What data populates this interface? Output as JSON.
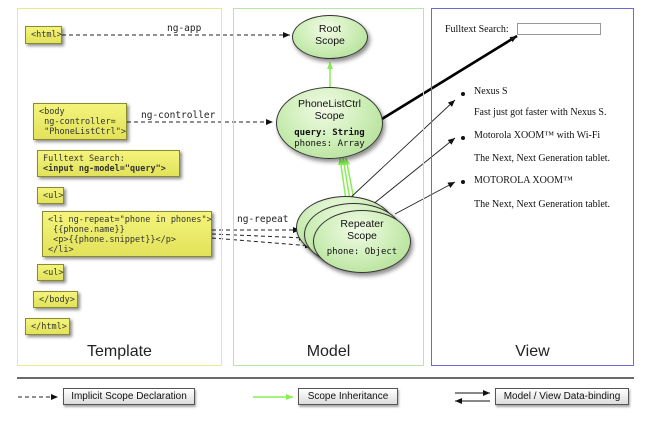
{
  "panels": {
    "template": "Template",
    "model": "Model",
    "view": "View"
  },
  "template": {
    "html_open": "<html>",
    "body_lines": [
      "<body",
      " ng-controller=",
      " \"PhoneListCtrl\">"
    ],
    "search_line1": "Fulltext Search:",
    "search_line2": "<input ng-model=\"query\">",
    "ul_open": "<ul>",
    "li_lines": [
      "<li ng-repeat=\"phone in phones\">",
      " {{phone.name}}",
      " <p>{{phone.snippet}}</p>",
      "</li>"
    ],
    "ul_close": "<ul>",
    "body_close": "</body>",
    "html_close": "</html>"
  },
  "edges": {
    "ng_app": "ng-app",
    "ng_controller": "ng-controller",
    "ng_repeat": "ng-repeat"
  },
  "scopes": {
    "root": [
      "Root",
      "Scope"
    ],
    "phonelist": [
      "PhoneListCtrl",
      "Scope"
    ],
    "phonelist_query": "query: String",
    "phonelist_phones": "phones: Array",
    "repeater": [
      "Repeater",
      "Scope"
    ],
    "repeater_phone": "phone: Object"
  },
  "view": {
    "search_label": "Fulltext Search:",
    "items": [
      {
        "name": "Nexus S",
        "snippet": "Fast just got faster with Nexus S."
      },
      {
        "name": "Motorola XOOM™ with Wi-Fi",
        "snippet": "The Next, Next Generation tablet."
      },
      {
        "name": "MOTOROLA XOOM™",
        "snippet": "The Next, Next Generation tablet."
      }
    ]
  },
  "legend": {
    "implicit": "Implicit Scope Declaration",
    "inheritance": "Scope Inheritance",
    "binding": "Model / View Data-binding"
  },
  "colors": {
    "template_border": "#eaea8a",
    "model_border": "#b8e6a8",
    "view_border": "#6b6bd6",
    "inheritance_arrow": "#88ee55",
    "scope_fill": "#c9ecb2",
    "code_fill": "#eded6a"
  }
}
